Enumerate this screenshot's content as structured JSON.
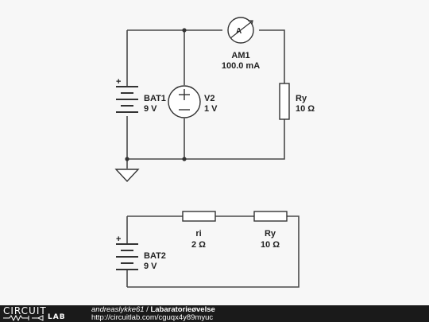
{
  "circuit1": {
    "bat1": {
      "name": "BAT1",
      "value": "9 V"
    },
    "v2": {
      "name": "V2",
      "value": "1 V",
      "plus": "+",
      "minus": "−"
    },
    "am1": {
      "name": "AM1",
      "value": "100.0 mA",
      "symbol": "A"
    },
    "ry": {
      "name": "Ry",
      "value": "10 Ω"
    },
    "bat_plus": "+"
  },
  "circuit2": {
    "bat2": {
      "name": "BAT2",
      "value": "9 V"
    },
    "ri": {
      "name": "ri",
      "value": "2 Ω"
    },
    "ry": {
      "name": "Ry",
      "value": "10 Ω"
    },
    "bat_plus": "+"
  },
  "footer": {
    "logo_top": "CIRCUIT",
    "logo_bottom": "LAB",
    "user": "andreaslykke61",
    "separator": " / ",
    "title": "Labaratorieøvelse",
    "url": "http://circuitlab.com/cguqx4y89myuc"
  },
  "colors": {
    "wire": "#4a4a4a",
    "footer_bg": "#1a1a1a",
    "page_bg": "#f7f7f7"
  }
}
